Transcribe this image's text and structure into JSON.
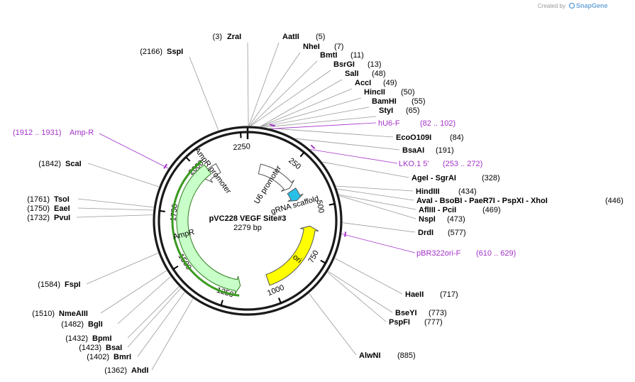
{
  "credit": {
    "created_by": "Created by",
    "brand": "SnapGene"
  },
  "plasmid": {
    "name": "pVC228 VEGF Site#3",
    "length": "2279 bp"
  },
  "ticks": [
    {
      "label": "250",
      "pos": 250
    },
    {
      "label": "500",
      "pos": 500
    },
    {
      "label": "750",
      "pos": 750
    },
    {
      "label": "1000",
      "pos": 1000
    },
    {
      "label": "1250",
      "pos": 1250
    },
    {
      "label": "1500",
      "pos": 1500
    },
    {
      "label": "1750",
      "pos": 1750
    },
    {
      "label": "2000",
      "pos": 2000
    },
    {
      "label": "2250",
      "pos": 2250
    }
  ],
  "features": [
    {
      "name": "AmpR promoter",
      "color": "#ffffff",
      "start": 1990,
      "end": 2095,
      "dir": -1
    },
    {
      "name": "U6 promoter",
      "color": "#ffffff",
      "start": 82,
      "end": 331,
      "dir": 1
    },
    {
      "name": "gRNA scaffold",
      "color": "#29c0e8",
      "start": 353,
      "end": 428,
      "dir": 1
    },
    {
      "name": "ori",
      "color": "#ffff00",
      "start": 600,
      "end": 1020,
      "dir": -1
    },
    {
      "name": "AmpR",
      "color": "#c8ffc8",
      "start": 1180,
      "end": 2040,
      "dir": -1
    }
  ],
  "sites": [
    {
      "name": "ZraI",
      "pos_text": "(3)"
    },
    {
      "name": "AatII",
      "pos_text": "(5)"
    },
    {
      "name": "NheI",
      "pos_text": "(7)"
    },
    {
      "name": "BmtI",
      "pos_text": "(11)"
    },
    {
      "name": "BsrGI",
      "pos_text": "(13)"
    },
    {
      "name": "SalI",
      "pos_text": "(48)"
    },
    {
      "name": "AccI",
      "pos_text": "(49)"
    },
    {
      "name": "HincII",
      "pos_text": "(50)"
    },
    {
      "name": "BamHI",
      "pos_text": "(55)"
    },
    {
      "name": "StyI",
      "pos_text": "(65)"
    },
    {
      "name": "EcoO109I",
      "pos_text": "(84)"
    },
    {
      "name": "BsaAI",
      "pos_text": "(191)"
    },
    {
      "name": "AgeI  - SgrAI",
      "pos_text": "(328)"
    },
    {
      "name": "HindIII",
      "pos_text": "(434)"
    },
    {
      "name": "AvaI  - BsoBI  - PaeR7I  - PspXI  - XhoI",
      "pos_text": "(446)"
    },
    {
      "name": "AflIII  - PciI",
      "pos_text": "(469)"
    },
    {
      "name": "NspI",
      "pos_text": "(473)"
    },
    {
      "name": "DrdI",
      "pos_text": "(577)"
    },
    {
      "name": "HaeII",
      "pos_text": "(717)"
    },
    {
      "name": "BseYI",
      "pos_text": "(773)"
    },
    {
      "name": "PspFI",
      "pos_text": "(777)"
    },
    {
      "name": "AlwNI",
      "pos_text": "(885)"
    },
    {
      "name": "AhdI",
      "pos_text": "(1362)"
    },
    {
      "name": "BmrI",
      "pos_text": "(1402)"
    },
    {
      "name": "BsaI",
      "pos_text": "(1423)"
    },
    {
      "name": "BpmI",
      "pos_text": "(1432)"
    },
    {
      "name": "BglI",
      "pos_text": "(1482)"
    },
    {
      "name": "NmeAIII",
      "pos_text": "(1510)"
    },
    {
      "name": "FspI",
      "pos_text": "(1584)"
    },
    {
      "name": "PvuI",
      "pos_text": "(1732)"
    },
    {
      "name": "EaeI",
      "pos_text": "(1750)"
    },
    {
      "name": "TsoI",
      "pos_text": "(1761)"
    },
    {
      "name": "ScaI",
      "pos_text": "(1842)"
    },
    {
      "name": "SspI",
      "pos_text": "(2166)"
    }
  ],
  "primers": [
    {
      "name": "hU6-F",
      "range": "(82 .. 102)",
      "color": "#a431c9"
    },
    {
      "name": "LKO.1 5'",
      "range": "(253 .. 272)",
      "color": "#a431c9"
    },
    {
      "name": "pBR322ori-F",
      "range": "(610 .. 629)",
      "color": "#a431c9"
    },
    {
      "name": "Amp-R",
      "range": "(1912 .. 1931)",
      "color": "#a431c9"
    }
  ]
}
